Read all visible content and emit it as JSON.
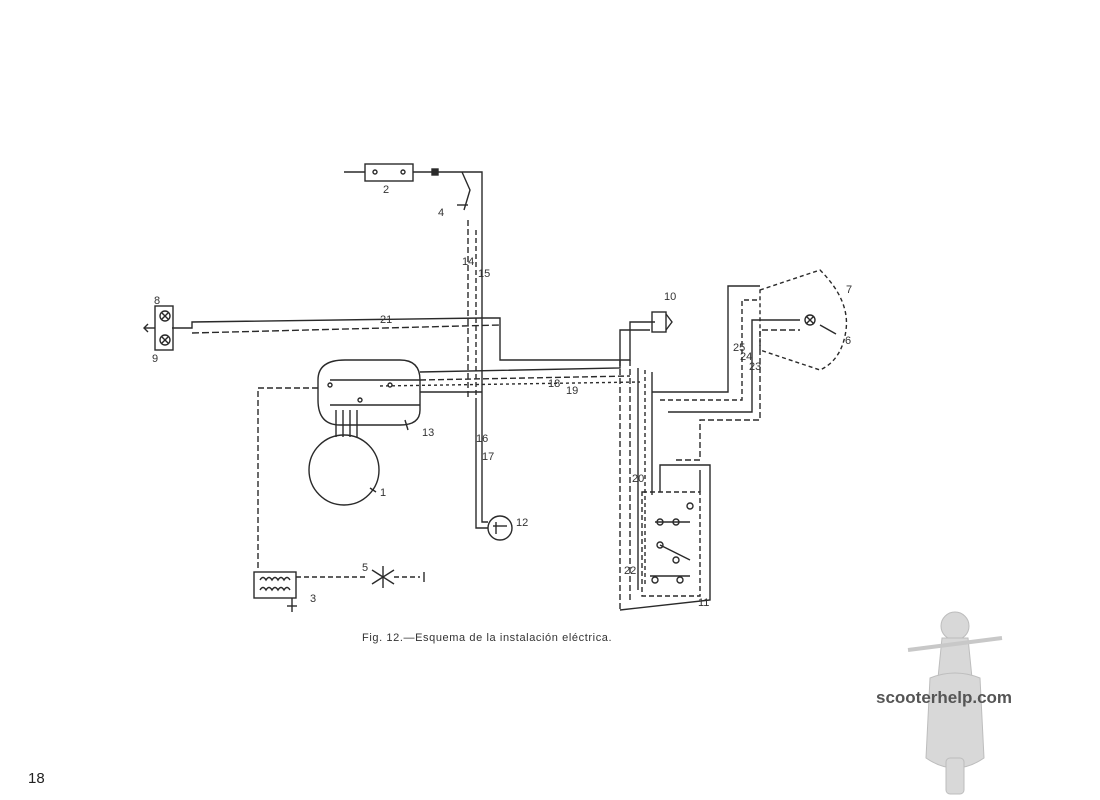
{
  "figure": {
    "caption": "Fig. 12.—Esquema de la instalación eléctrica.",
    "component_labels": {
      "c1": "1",
      "c2": "2",
      "c3": "3",
      "c4": "4",
      "c5": "5",
      "c6": "6",
      "c7": "7",
      "c8": "8",
      "c9": "9",
      "c10": "10",
      "c11": "11",
      "c12": "12",
      "c13": "13"
    },
    "wire_labels": {
      "w14": "14",
      "w15": "15",
      "w16": "16",
      "w17": "17",
      "w18": "18",
      "w19": "19",
      "w20": "20",
      "w21": "21",
      "w22": "22",
      "w23": "23",
      "w24": "24",
      "w25": "25"
    },
    "line_color": "#2a2a2a"
  },
  "page": {
    "number": "18"
  },
  "watermark": {
    "text": "scooterhelp.com",
    "color": "#555555"
  }
}
